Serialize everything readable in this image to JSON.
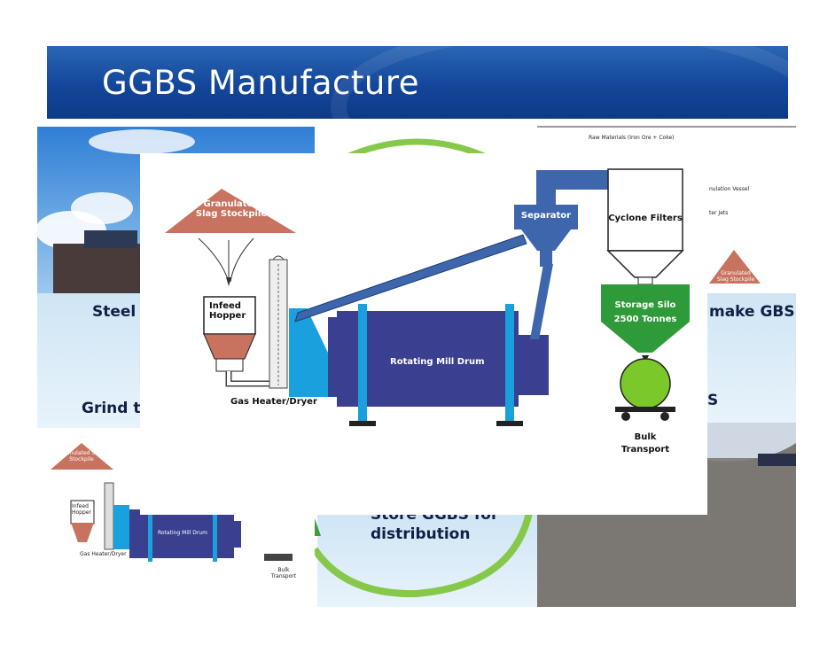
{
  "slide_title": "GGBS Manufacture",
  "background_panels": {
    "left_label_1": "Steel",
    "left_label_2": "Grind t",
    "right_label_1": "make GBS",
    "right_label_2": "S",
    "center_label_1": "Store GGBS for",
    "center_label_2": "distribution",
    "top_right_small": {
      "raw_materials": "Raw Materials (Iron Ore + Coke)",
      "vessel": "nulation Vessel",
      "jets": "ter Jets",
      "slag": "Granulated Slag Stockpile"
    },
    "thumb_diagram": {
      "stockpile": "Granulated Slag Stockpile",
      "hopper": "Infeed Hopper",
      "drum": "Rotating Mill Drum",
      "heater": "Gas Heater/Dryer",
      "bulk": "Bulk Transport"
    }
  },
  "diagram": {
    "stockpile": "Granulated Slag Stockpile",
    "hopper": "Infeed Hopper",
    "heater": "Gas Heater/Dryer",
    "drum": "Rotating Mill Drum",
    "separator": "Separator",
    "cyclone": "Cyclone Filters",
    "silo_1": "Storage Silo",
    "silo_2": "2500 Tonnes",
    "bulk_1": "Bulk",
    "bulk_2": "Transport"
  },
  "colors": {
    "banner": "#13469a",
    "slag": "#c8735f",
    "drum": "#3a3f8f",
    "pipe": "#3d66ad",
    "cyan": "#1aa0dc",
    "silo_green": "#2f9a3a",
    "wagon_green": "#7ac82a"
  }
}
